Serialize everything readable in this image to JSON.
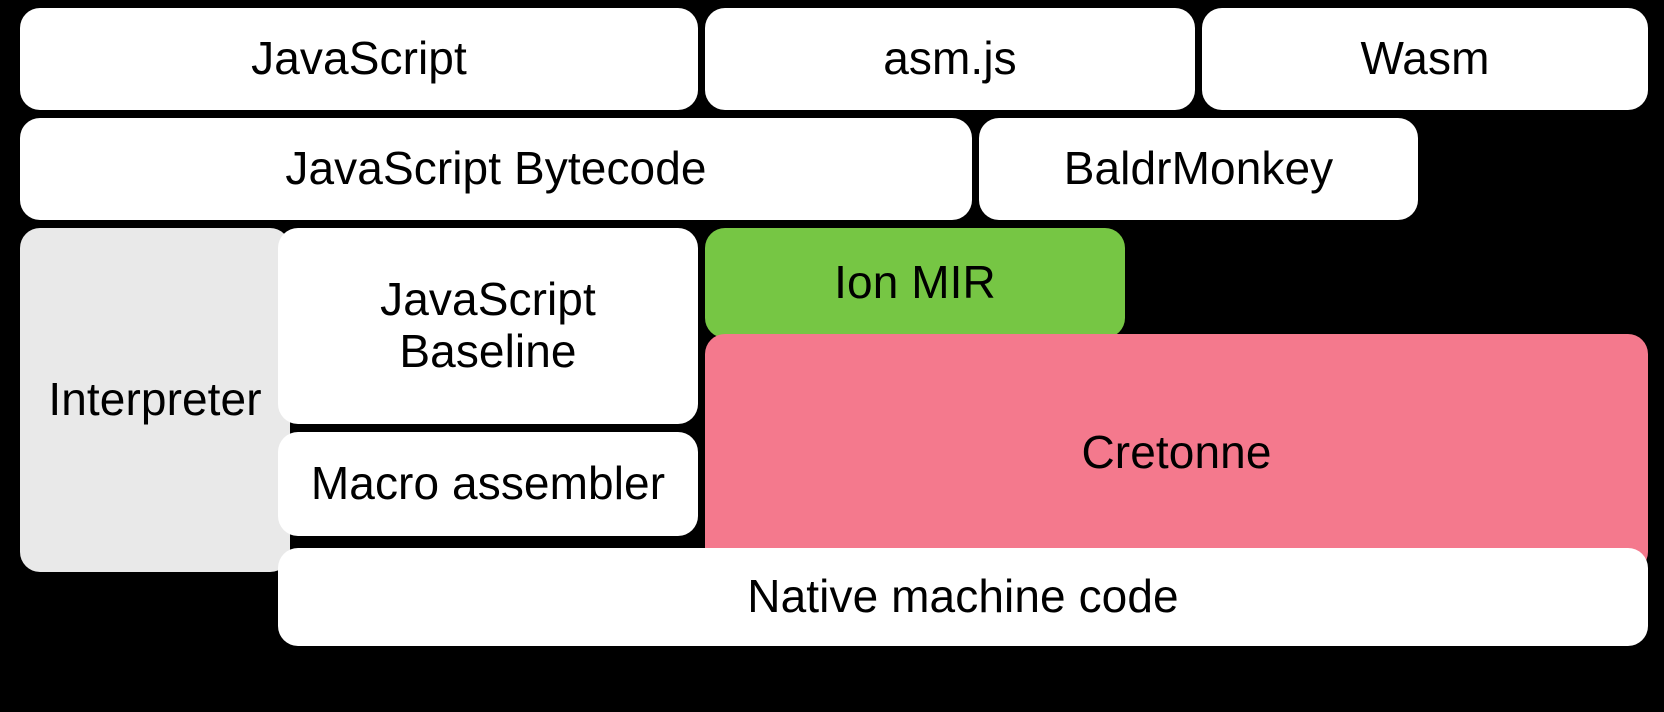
{
  "diagram": {
    "title": "SpiderMonkey / Cretonne compilation pipeline",
    "background_color": "#000000",
    "palette": {
      "white": "#FFFFFF",
      "gray": "#E9E9E9",
      "green": "#76C644",
      "pink": "#F4798D",
      "text": "#000000"
    },
    "rows": [
      {
        "name": "source-languages",
        "nodes": [
          {
            "id": "javascript",
            "label": "JavaScript",
            "color": "#FFFFFF"
          },
          {
            "id": "asmjs",
            "label": "asm.js",
            "color": "#FFFFFF"
          },
          {
            "id": "wasm",
            "label": "Wasm",
            "color": "#FFFFFF"
          }
        ]
      },
      {
        "name": "front-end-representations",
        "nodes": [
          {
            "id": "js_bytecode",
            "label": "JavaScript Bytecode",
            "color": "#FFFFFF"
          },
          {
            "id": "baldrmonkey",
            "label": "BaldrMonkey",
            "color": "#FFFFFF"
          }
        ]
      },
      {
        "name": "execution-and-compiler-tiers",
        "nodes": [
          {
            "id": "interpreter",
            "label": "Interpreter",
            "color": "#E9E9E9"
          },
          {
            "id": "js_baseline",
            "label": "JavaScript\nBaseline",
            "color": "#FFFFFF"
          },
          {
            "id": "macro_assembler",
            "label": "Macro assembler",
            "color": "#FFFFFF"
          },
          {
            "id": "ion_mir",
            "label": "Ion MIR",
            "color": "#76C644"
          },
          {
            "id": "cretonne",
            "label": "Cretonne",
            "color": "#F4798D"
          }
        ]
      },
      {
        "name": "output",
        "nodes": [
          {
            "id": "native_code",
            "label": "Native machine code",
            "color": "#FFFFFF"
          }
        ]
      }
    ],
    "labels": {
      "javascript": "JavaScript",
      "asmjs": "asm.js",
      "wasm": "Wasm",
      "js_bytecode": "JavaScript Bytecode",
      "baldrmonkey": "BaldrMonkey",
      "interpreter": "Interpreter",
      "js_baseline": "JavaScript\nBaseline",
      "macro_assembler": "Macro assembler",
      "ion_mir": "Ion MIR",
      "cretonne": "Cretonne",
      "native_code": "Native machine code"
    }
  }
}
